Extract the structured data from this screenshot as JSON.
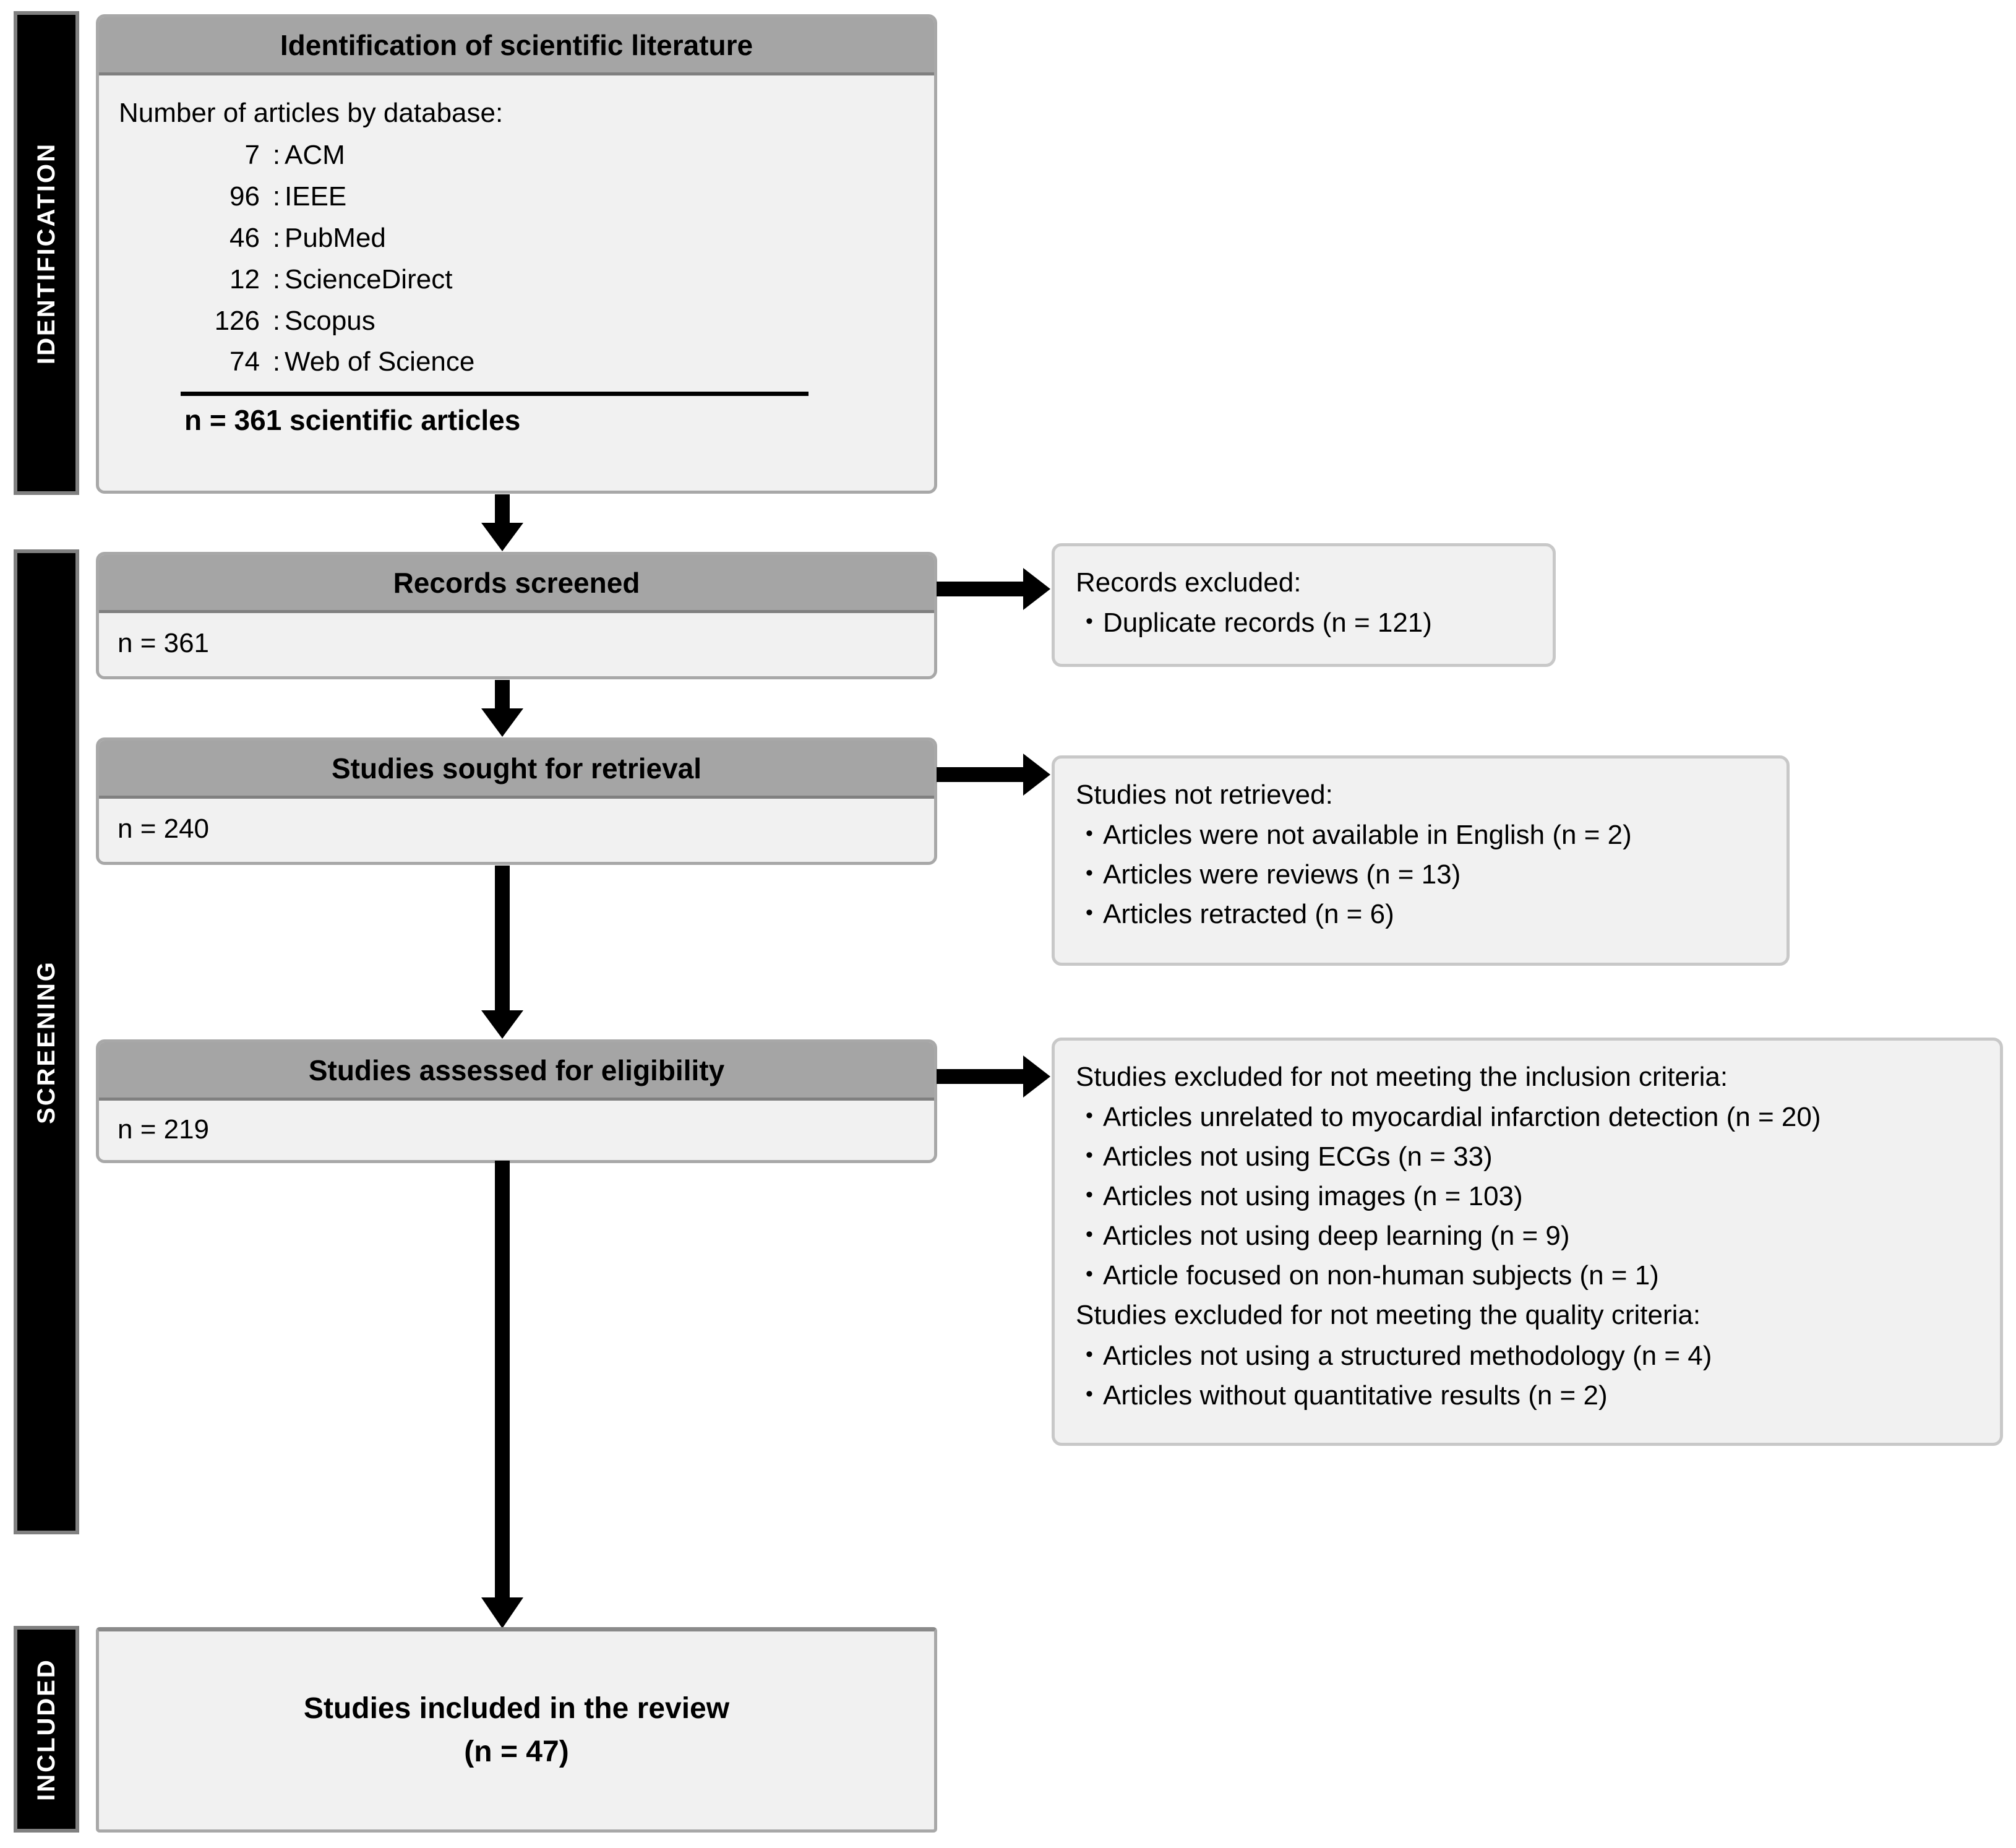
{
  "diagram": {
    "title": "PRISMA flow diagram of scientific literature selection",
    "colors": {
      "stage_bar_bg": "#000000",
      "stage_bar_border": "#808080",
      "box_header_bg": "#a5a5a5",
      "box_body_bg": "#f1f1f1",
      "box_border": "#a8a8a8",
      "note_border": "#c8c8c8",
      "arrow": "#000000",
      "text": "#000000"
    }
  },
  "stages": [
    {
      "key": "identification",
      "label": "IDENTIFICATION"
    },
    {
      "key": "screening",
      "label": "SCREENING"
    },
    {
      "key": "included",
      "label": "INCLUDED"
    }
  ],
  "identification": {
    "header": "Identification of scientific literature",
    "intro": "Number of articles by database:",
    "databases": [
      {
        "count": "7",
        "sep": ":",
        "name": "ACM"
      },
      {
        "count": "96",
        "sep": ":",
        "name": "IEEE"
      },
      {
        "count": "46",
        "sep": ":",
        "name": "PubMed"
      },
      {
        "count": "12",
        "sep": ":",
        "name": "ScienceDirect"
      },
      {
        "count": "126",
        "sep": ":",
        "name": "Scopus"
      },
      {
        "count": "74",
        "sep": ":",
        "name": "Web of Science"
      }
    ],
    "total": "n = 361 scientific articles"
  },
  "screening": {
    "records_screened": {
      "header": "Records screened",
      "count": "n = 361"
    },
    "sought_for_retrieval": {
      "header": "Studies sought for retrieval",
      "count": "n = 240"
    },
    "assessed_for_eligibility": {
      "header": "Studies assessed for eligibility",
      "count": "n = 219"
    }
  },
  "exclusions": {
    "records_excluded": {
      "title": "Records excluded:",
      "items": [
        "Duplicate records (n = 121)"
      ]
    },
    "studies_not_retrieved": {
      "title": "Studies not retrieved:",
      "items": [
        "Articles were not available in English (n = 2)",
        "Articles were reviews (n = 13)",
        "Articles retracted (n = 6)"
      ]
    },
    "studies_excluded": {
      "title_inclusion": "Studies excluded for not meeting the inclusion criteria:",
      "items_inclusion": [
        "Articles unrelated to myocardial infarction detection (n = 20)",
        "Articles not using ECGs (n = 33)",
        "Articles not using images (n = 103)",
        "Articles not using deep learning (n = 9)",
        "Article focused on non-human subjects (n = 1)"
      ],
      "title_quality": "Studies excluded for not meeting the quality criteria:",
      "items_quality": [
        "Articles not using a structured methodology (n = 4)",
        "Articles without quantitative results (n = 2)"
      ]
    }
  },
  "included": {
    "line1": "Studies included in the review",
    "line2": "(n = 47)"
  },
  "bullet_glyph": "•"
}
